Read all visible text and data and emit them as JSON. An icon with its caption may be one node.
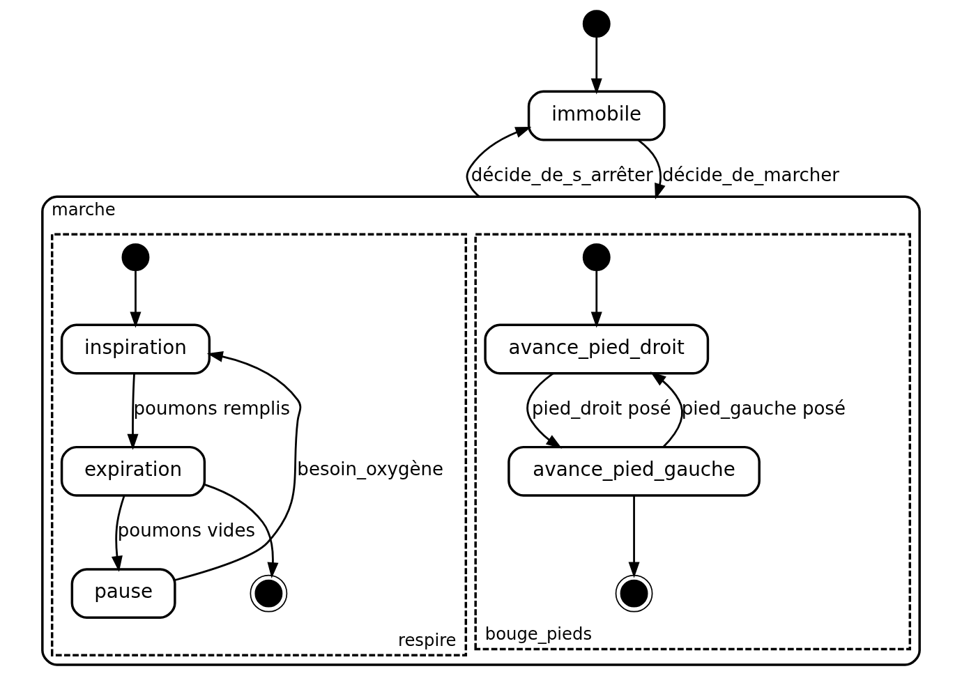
{
  "diagram": {
    "nodes": [
      {
        "text": [],
        "shape": "circle"
      },
      {
        "text": [
          "immobile"
        ]
      },
      {
        "text": [
          "marche"
        ]
      },
      {
        "text": [
          "bouge_pieds"
        ],
        "in": 2
      },
      {
        "text": [
          "respire"
        ],
        "in": 2
      },
      {
        "text": [],
        "shape": "circle",
        "in": 3
      },
      {
        "text": [
          "avance_pied_droit"
        ],
        "in": 3
      },
      {
        "text": [
          "avance_pied_gauche"
        ],
        "in": 3
      },
      {
        "text": [],
        "shape": "circle",
        "in": 3
      },
      {
        "text": [],
        "shape": "circle",
        "in": 4
      },
      {
        "text": [
          "inspiration"
        ],
        "in": 4
      },
      {
        "text": [
          "expiration"
        ],
        "in": 4
      },
      {
        "text": [
          "pause"
        ],
        "in": 4
      },
      {
        "text": [],
        "shape": "circle",
        "in": 4
      }
    ],
    "edges": [
      {
        "from": 0,
        "to": 1,
        "arrow": "to"
      },
      {
        "from": 2,
        "to": 1,
        "label": "décide_de_s_arrêter",
        "arrow": "to"
      },
      {
        "from": 1,
        "to": 2,
        "label": "décide_de_marcher",
        "arrow": "to"
      },
      {
        "from": 5,
        "to": 6,
        "arrow": "to"
      },
      {
        "from": 6,
        "to": 7,
        "label": "pied_droit posé",
        "arrow": "to"
      },
      {
        "from": 7,
        "to": 6,
        "label": "pied_gauche posé",
        "arrow": "to"
      },
      {
        "from": 7,
        "to": 8,
        "arrow": "to"
      },
      {
        "from": 9,
        "to": 10,
        "arrow": "to"
      },
      {
        "from": 10,
        "to": 11,
        "label": "poumons remplis",
        "arrow": "to"
      },
      {
        "from": 11,
        "to": 12,
        "label": "poumons vides",
        "arrow": "to"
      },
      {
        "from": 12,
        "to": 10,
        "label": "besoin_oxygène",
        "arrow": "to"
      },
      {
        "from": 11,
        "to": 13,
        "arrow": "to"
      }
    ]
  }
}
